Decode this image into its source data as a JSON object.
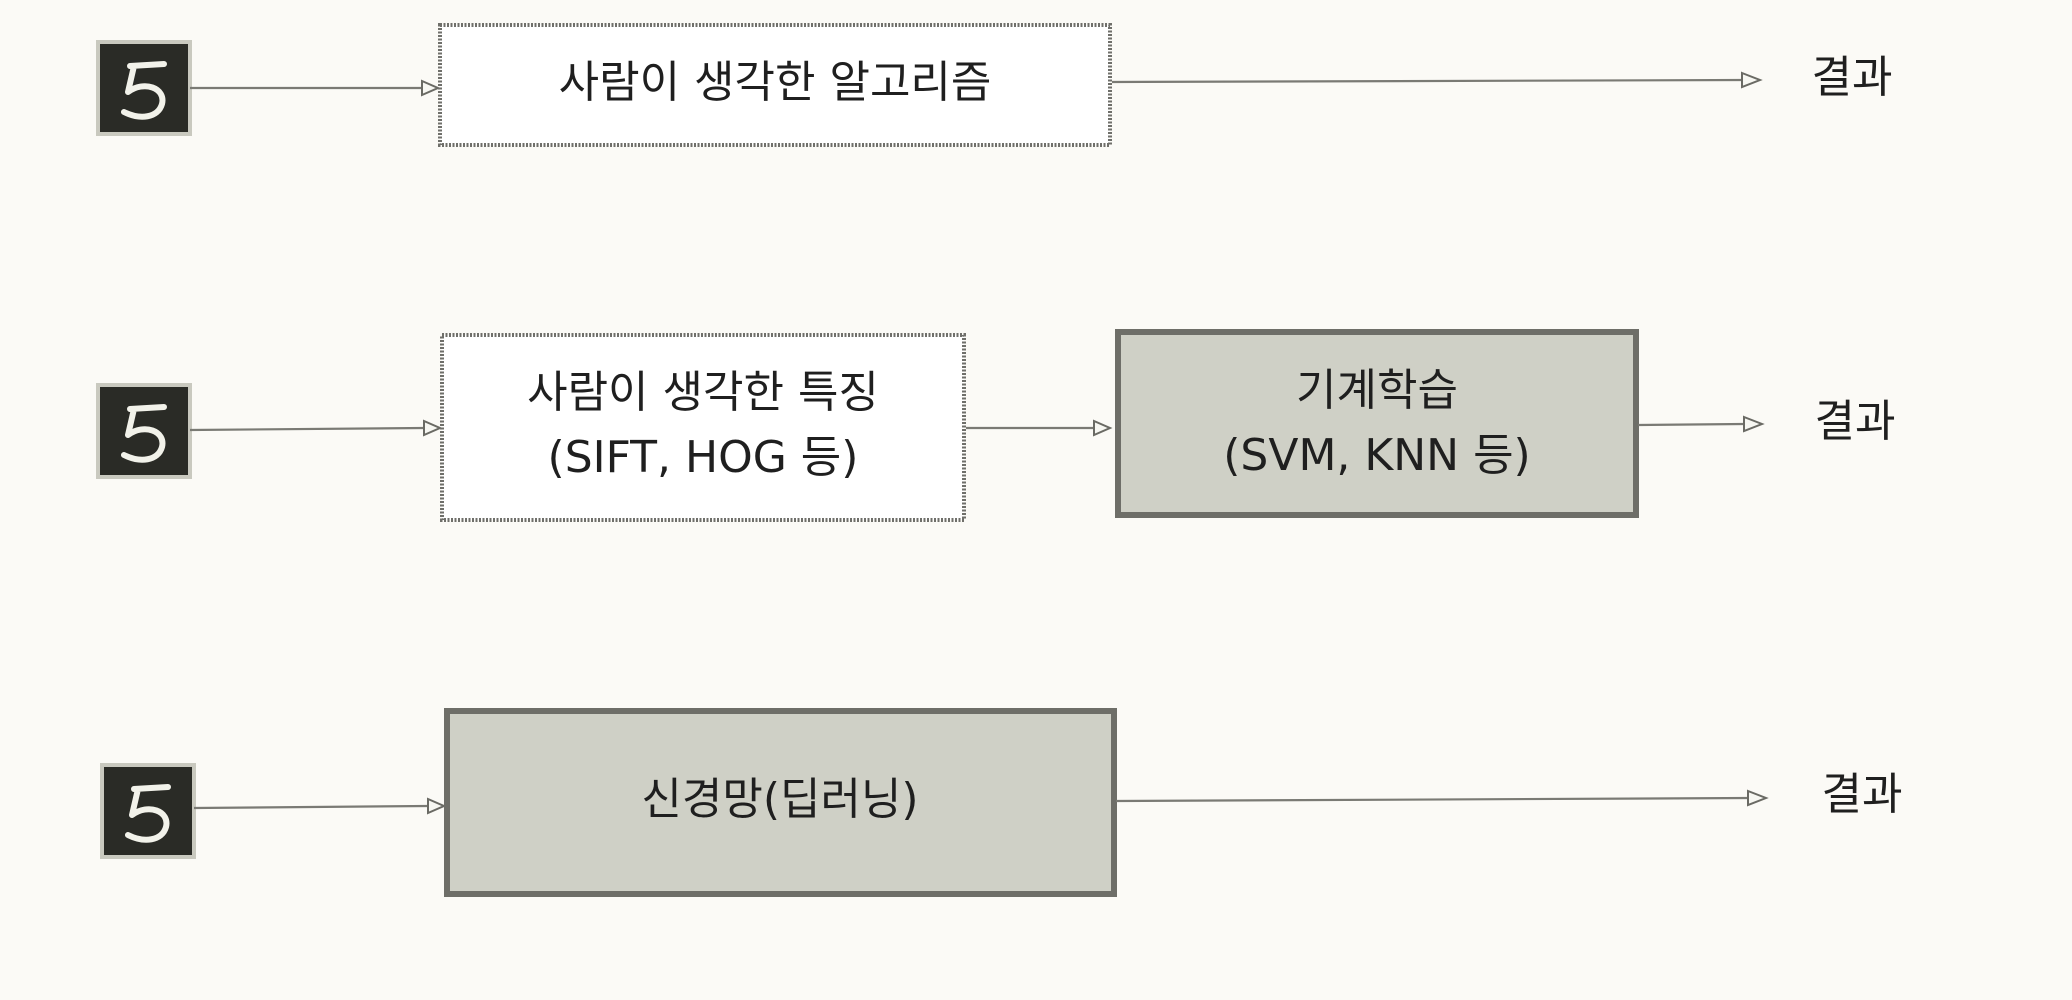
{
  "rows": [
    {
      "steps": [
        {
          "line1": "사람이 생각한 알고리즘",
          "line2": ""
        }
      ],
      "result": "결과"
    },
    {
      "steps": [
        {
          "line1": "사람이 생각한 특징",
          "line2": "(SIFT, HOG 등)"
        },
        {
          "line1": "기계학습",
          "line2": "(SVM, KNN 등)"
        }
      ],
      "result": "결과"
    },
    {
      "steps": [
        {
          "line1": "신경망(딥러닝)",
          "line2": ""
        }
      ],
      "result": "결과"
    }
  ],
  "colors": {
    "page_background": "#fbfaf6",
    "white_box_fill": "#ffffff",
    "gray_box_fill": "#cfd0c6",
    "box_border": "#6e6e68",
    "digit_tile": "#2a2b26",
    "text": "#1f1f1f"
  },
  "icons": {
    "input": "handwritten-digit-5-icon"
  }
}
